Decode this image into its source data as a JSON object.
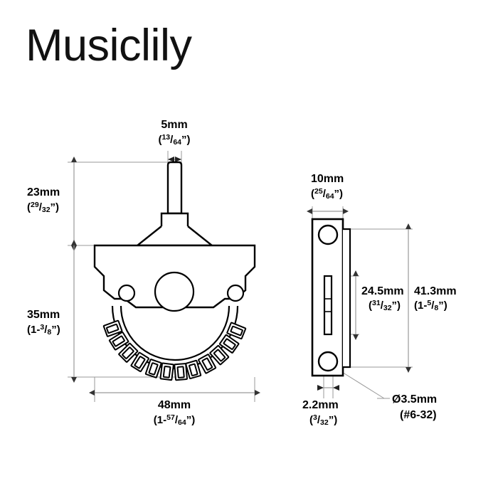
{
  "brand": {
    "name": "Musiclily"
  },
  "drawing": {
    "title": "5-way guitar pickup selector switch technical drawing",
    "line_color": "#000000",
    "dim_line_color": "#9a9a9a",
    "views": {
      "front": "front-view",
      "side": "side-view"
    }
  },
  "dimensions": {
    "shaft_width": {
      "metric": "5mm",
      "imperial_whole": "",
      "imperial_num": "13",
      "imperial_den": "64",
      "imperial_full": "(13/64\")"
    },
    "shaft_height": {
      "metric": "23mm",
      "imperial_whole": "",
      "imperial_num": "29",
      "imperial_den": "32",
      "imperial_full": "(29/32\")"
    },
    "body_height": {
      "metric": "35mm",
      "imperial_whole": "1-",
      "imperial_num": "3",
      "imperial_den": "8",
      "imperial_full": "(1-3/8\")"
    },
    "body_width": {
      "metric": "48mm",
      "imperial_whole": "1-",
      "imperial_num": "57",
      "imperial_den": "64",
      "imperial_full": "(1-57/64\")"
    },
    "plate_width": {
      "metric": "10mm",
      "imperial_whole": "",
      "imperial_num": "25",
      "imperial_den": "64",
      "imperial_full": "(25/64\")"
    },
    "slot_length": {
      "metric": "24.5mm",
      "imperial_whole": "",
      "imperial_num": "31",
      "imperial_den": "32",
      "imperial_full": "(31/32\")"
    },
    "plate_height": {
      "metric": "41.3mm",
      "imperial_whole": "1-",
      "imperial_num": "5",
      "imperial_den": "8",
      "imperial_full": "(1-5/8\")"
    },
    "plate_thickness": {
      "metric": "2.2mm",
      "imperial_whole": "",
      "imperial_num": "3",
      "imperial_den": "32",
      "imperial_full": "(3/32\")"
    },
    "screw_hole": {
      "metric": "Ø3.5mm",
      "thread": "(#6-32)"
    }
  }
}
